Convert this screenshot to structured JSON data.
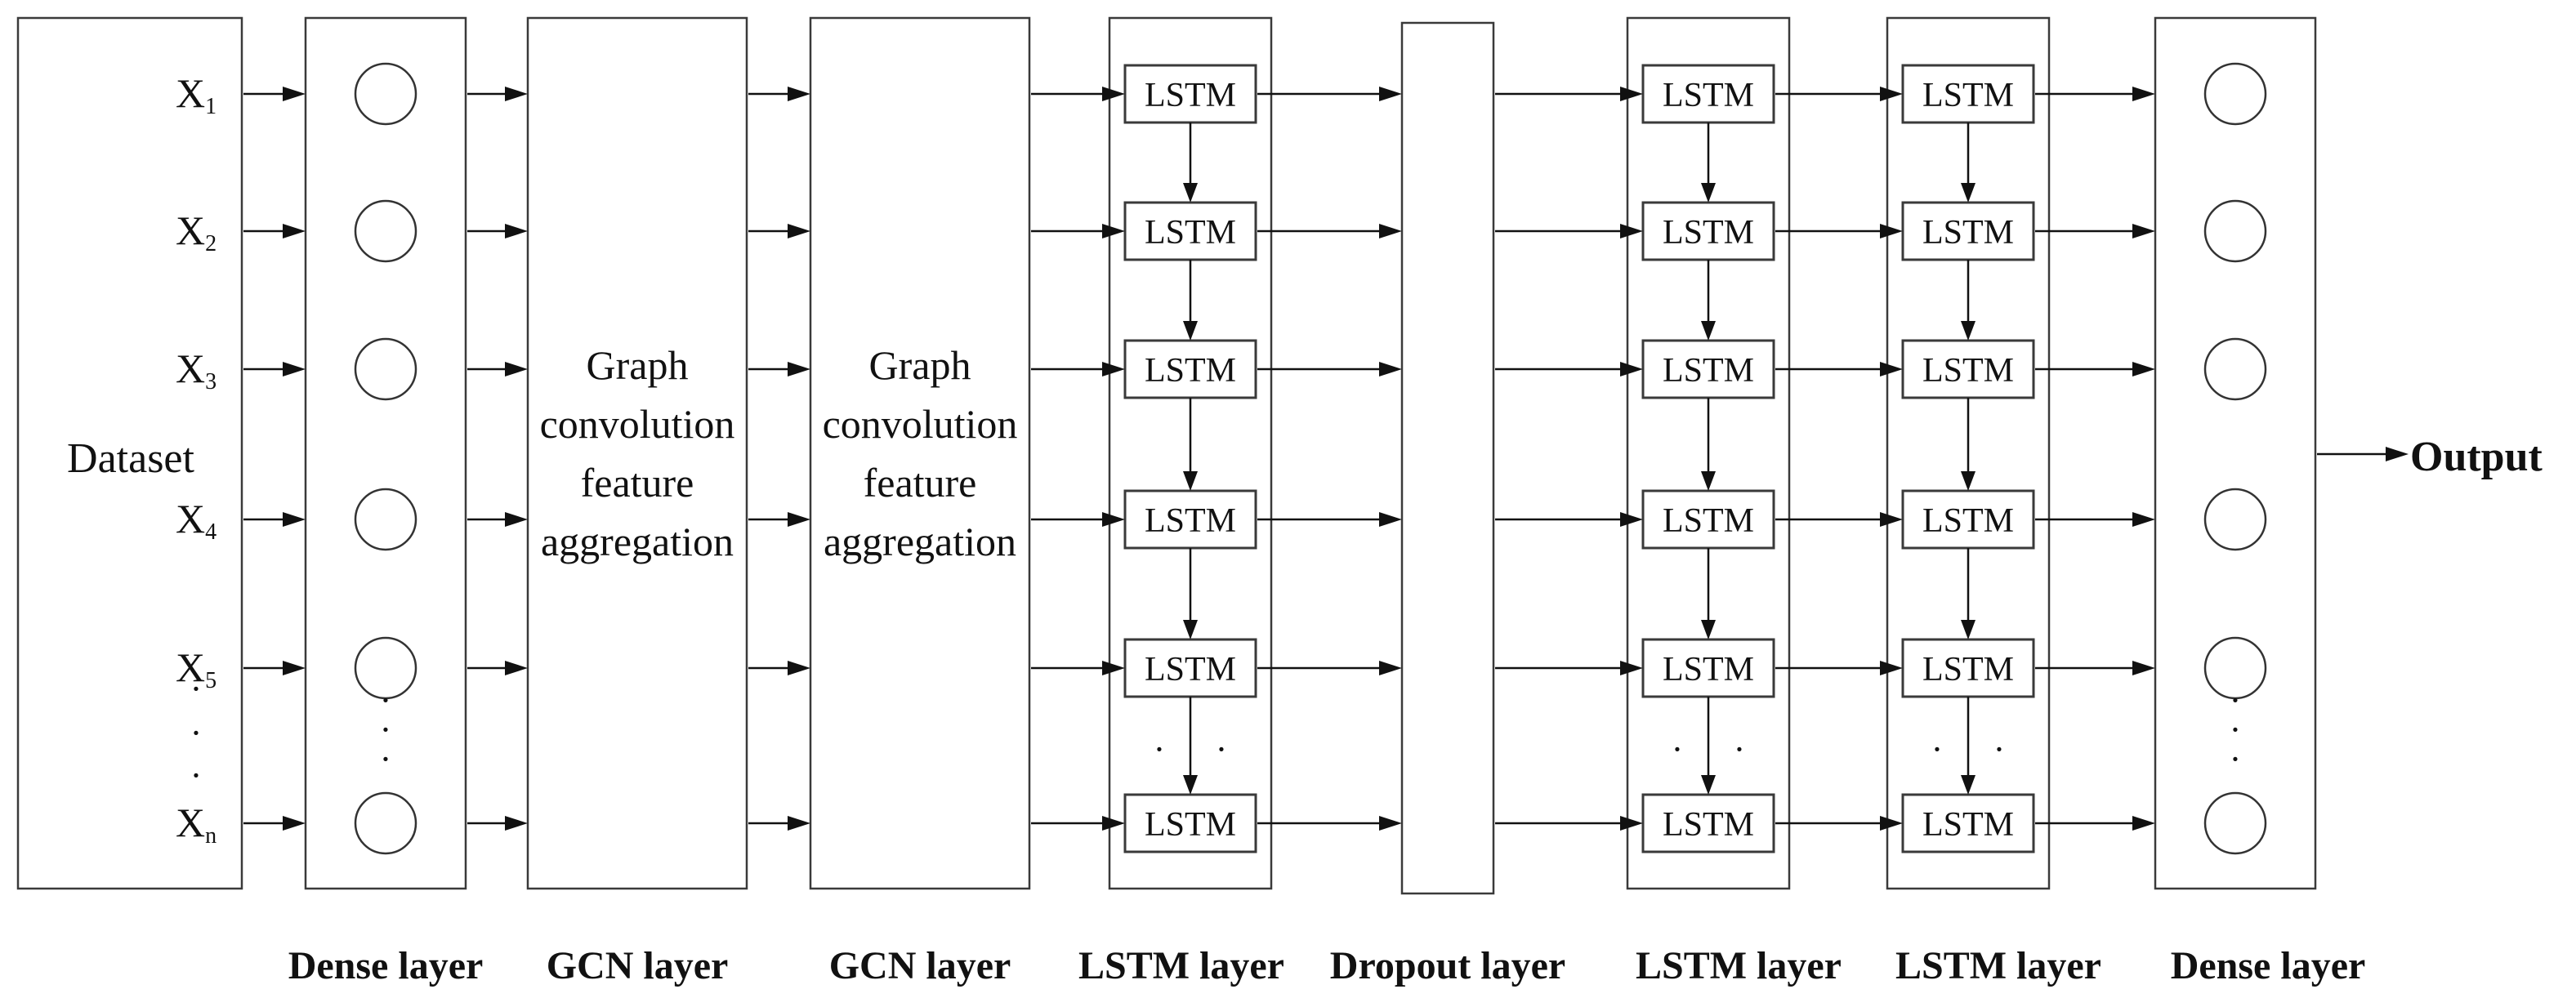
{
  "dataset_label": "Dataset",
  "inputs": [
    {
      "base": "X",
      "sub": "1"
    },
    {
      "base": "X",
      "sub": "2"
    },
    {
      "base": "X",
      "sub": "3"
    },
    {
      "base": "X",
      "sub": "4"
    },
    {
      "base": "X",
      "sub": "5"
    },
    {
      "base": "X",
      "sub": "n"
    }
  ],
  "gcn_text_lines": [
    "Graph",
    "convolution",
    "feature",
    "aggregation"
  ],
  "lstm_cell_label": "LSTM",
  "output_label": "Output",
  "layers": [
    "Dense layer",
    "GCN layer",
    "GCN layer",
    "LSTM layer",
    "Dropout layer",
    "LSTM layer",
    "LSTM layer",
    "Dense layer"
  ],
  "ellipsis_glyph": "·",
  "colors": {
    "stroke": "#3a3a3a",
    "arrow": "#111111",
    "background": "#ffffff"
  }
}
